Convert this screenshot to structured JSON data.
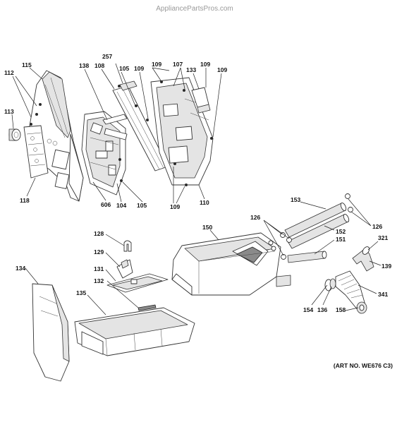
{
  "watermark": "AppliancePartsPros.com",
  "art_number": "(ART NO. WE676 C3)",
  "callouts": [
    {
      "id": "c115",
      "text": "115"
    },
    {
      "id": "c112",
      "text": "112"
    },
    {
      "id": "c113",
      "text": "113"
    },
    {
      "id": "c118",
      "text": "118"
    },
    {
      "id": "c606",
      "text": "606"
    },
    {
      "id": "c138",
      "text": "138"
    },
    {
      "id": "c257",
      "text": "257"
    },
    {
      "id": "c108",
      "text": "108"
    },
    {
      "id": "c105a",
      "text": "105"
    },
    {
      "id": "c109a",
      "text": "109"
    },
    {
      "id": "c109b",
      "text": "109"
    },
    {
      "id": "c107",
      "text": "107"
    },
    {
      "id": "c133",
      "text": "133"
    },
    {
      "id": "c109c",
      "text": "109"
    },
    {
      "id": "c109d",
      "text": "109"
    },
    {
      "id": "c104",
      "text": "104"
    },
    {
      "id": "c105b",
      "text": "105"
    },
    {
      "id": "c109e",
      "text": "109"
    },
    {
      "id": "c110",
      "text": "110"
    },
    {
      "id": "c153",
      "text": "153"
    },
    {
      "id": "c126a",
      "text": "126"
    },
    {
      "id": "c126b",
      "text": "126"
    },
    {
      "id": "c150",
      "text": "150"
    },
    {
      "id": "c152",
      "text": "152"
    },
    {
      "id": "c151",
      "text": "151"
    },
    {
      "id": "c321",
      "text": "321"
    },
    {
      "id": "c139",
      "text": "139"
    },
    {
      "id": "c341",
      "text": "341"
    },
    {
      "id": "c154",
      "text": "154"
    },
    {
      "id": "c136",
      "text": "136"
    },
    {
      "id": "c158",
      "text": "158"
    },
    {
      "id": "c128",
      "text": "128"
    },
    {
      "id": "c129",
      "text": "129"
    },
    {
      "id": "c131",
      "text": "131"
    },
    {
      "id": "c132",
      "text": "132"
    },
    {
      "id": "c135",
      "text": "135"
    },
    {
      "id": "c134",
      "text": "134"
    }
  ]
}
